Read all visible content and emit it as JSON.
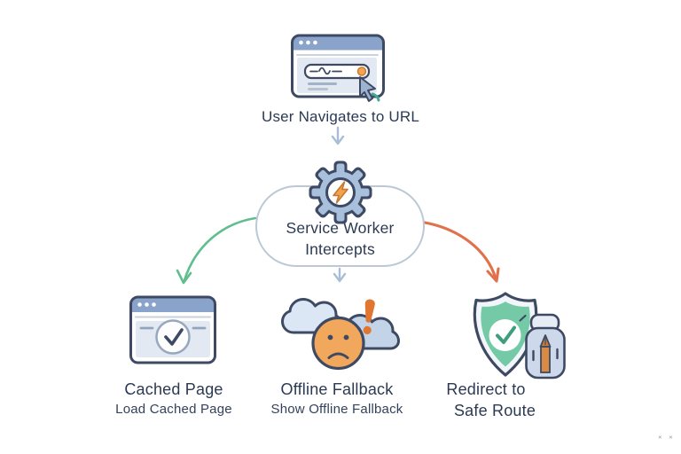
{
  "flow": {
    "start": {
      "label": "User Navigates to URL",
      "icon": "browser-window-with-cursor"
    },
    "decision": {
      "label_line1": "Service Worker",
      "label_line2": "Intercepts",
      "icon": "gear-with-lightning"
    },
    "branches": [
      {
        "key": "cached",
        "title": "Cached Page",
        "subtitle": "Load Cached Page",
        "icon": "browser-window-with-checkmark"
      },
      {
        "key": "offline",
        "title": "Offline Fallback",
        "subtitle": "Show Offline Fallback",
        "icon": "offline-cloud-sad-face"
      },
      {
        "key": "redirect",
        "title_line1": "Redirect to",
        "title_line2": "Safe Route",
        "icon": "shield-check-with-jar"
      }
    ]
  },
  "theme": {
    "outline_navy": "#3e4a63",
    "titlebar_blue": "#8aa3ca",
    "panel_light": "#e3e9f2",
    "icon_blue": "#a9c0dc",
    "cloud_light": "#dbe7f4",
    "cloud_dark": "#c3d3e8",
    "face_orange": "#f2a85c",
    "exclaim_orange": "#e0762f",
    "shield_green": "#74caa6",
    "jar_blue": "#cdd9ea",
    "accent_orange": "#f2a24b",
    "arrow_green": "#5fbe8e",
    "arrow_orange": "#e0714a",
    "arrow_gray": "#a9bed6",
    "node_border": "#bcc8d6",
    "text_dark": "#2b3a52",
    "text_sub": "#33425c",
    "background": "#ffffff"
  },
  "artifacts": {
    "corner_marks": "✕ ✕"
  }
}
